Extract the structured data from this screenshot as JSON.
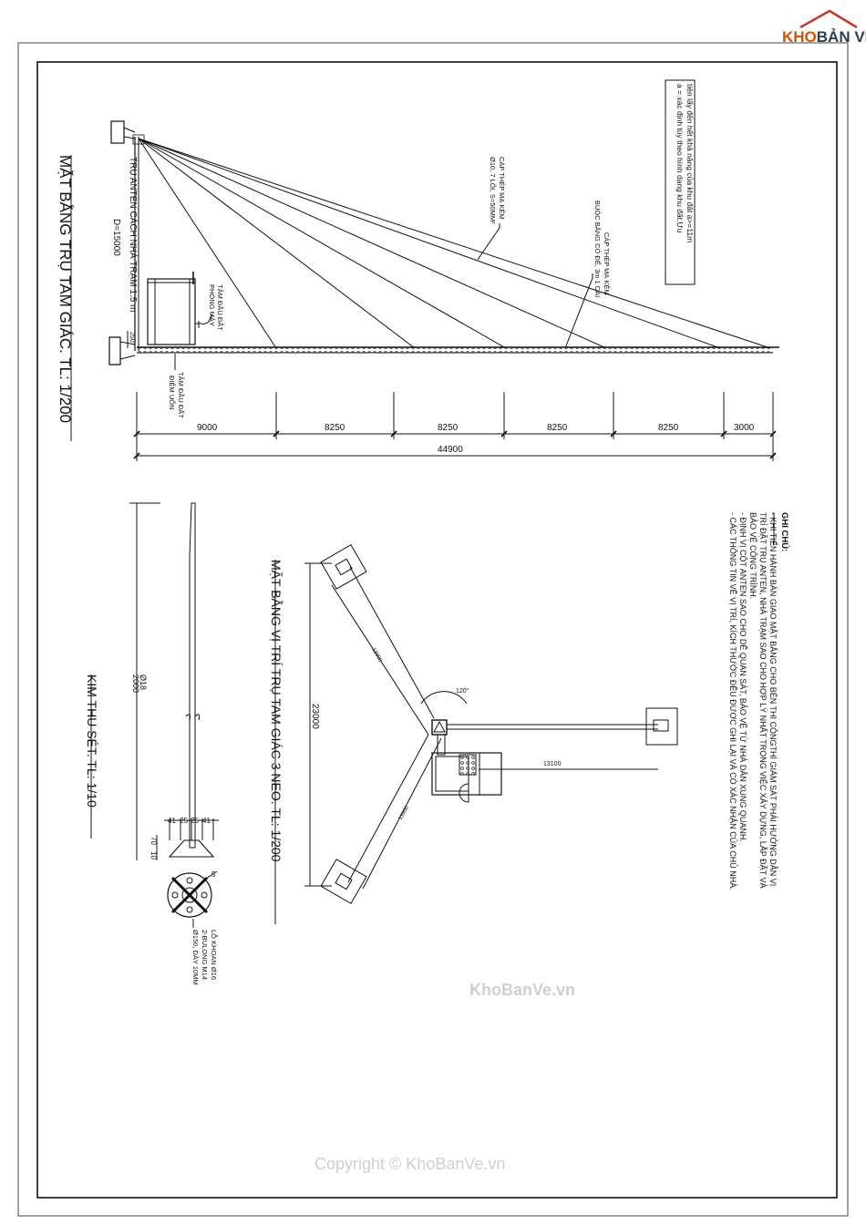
{
  "logo": {
    "text_kho": "KHO",
    "text_banve": "BẢN VẼ"
  },
  "watermark": {
    "center": "KhoBanVe.vn",
    "bottom": "Copyright © KhoBanVe.vn"
  },
  "elevation": {
    "title": "MẶT BẰNG TRỤ TAM GIÁC. TL: 1/200",
    "note_box": [
      "a = xác định tùy theo hình dạng khu đất.Ưu",
      "tiên lấy đến hết khả năng của khu đất a>=11m"
    ],
    "cable_label_1": [
      "CÁP THÉP MẠ KẼM",
      "Ø10, 7 LÕI, S=50MM²"
    ],
    "cable_label_2": [
      "CÁP THÉP MẠ KẼM",
      "BUỘC BẰNG CÓ ĐẾ, 3m 1 CÁI"
    ],
    "tower_label_1": "TRỤ ANTEN CÁCH NHÀ TRẠM 1.5 m",
    "tower_label_2": "D=15000",
    "roof_label": [
      "TÂM ĐẦU ĐẤT",
      "PHÒNG MÁY"
    ],
    "bend_label": [
      "TÂM ĐẦU ĐẤT",
      "ĐIỂM UỐN"
    ],
    "small_dim": "250",
    "dims": [
      "9000",
      "8250",
      "8250",
      "8250",
      "8250",
      "3000"
    ],
    "total_dim": "44900"
  },
  "notes": {
    "title": "GHI CHÚ:",
    "lines": [
      "- KHI TIẾN HÀNH BÀN GIAO MẶT BẰNG CHO BÊN THI CÔNGTHÌ GIÁM SÁT PHẢI HƯỚNG DẪN VỊ",
      "TRÍ ĐẶT TRỤ ANTEN, NHÀ TRẠM SAO CHO HỢP LÝ NHẤT TRONG VIỆC XÂY DỰNG, LẮP ĐẶT VÀ",
      "BẢO VỆ CÔNG TRÌNH.",
      "- ĐỊNH VỊ CỘT ANTEN SAO CHO DỄ QUAN SÁT, BẢO VỆ TỪ NHÀ DÂN XUNG QUANH.",
      "- CÁC THÔNG TIN VỀ VỊ TRÍ, KÍCH THƯỚC ĐỀU ĐƯỢC GHI LẠI VÀ CÓ XÁC NHẬN CỦA CHỦ NHÀ."
    ]
  },
  "plan": {
    "title": "MẶT BẰNG VỊ TRÍ TRỤ TAM GIÁC 3 NEO. TL: 1/200",
    "dim_total": "23000",
    "dim_right": "13100",
    "dim_upper": "13900",
    "dim_lower": "13900",
    "angle": "120°"
  },
  "rod": {
    "title": "KIM THU SÉT. TL: 1/10",
    "length": "2000",
    "diameter": "Ø18",
    "base_dims": [
      "41",
      "25",
      "25",
      "41"
    ],
    "height_1": "70",
    "height_2": "10",
    "plate_num": "5",
    "plate_notes": [
      "LỖ KHOAN Ø16",
      "2-BULONG M14",
      "Ø150, DÀY 10MM"
    ]
  }
}
